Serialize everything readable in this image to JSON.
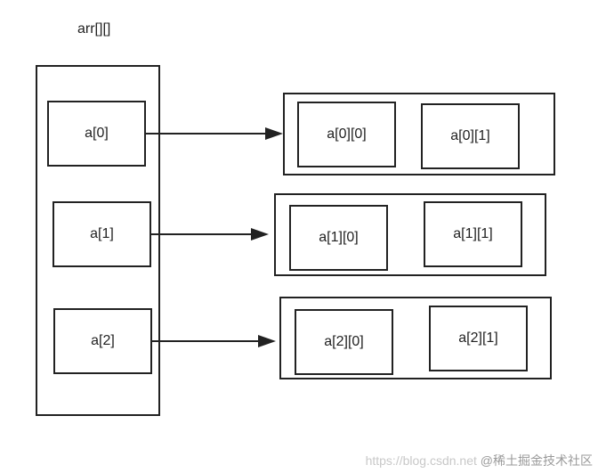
{
  "title": "arr[][]",
  "rows": [
    {
      "outer": "a[0]",
      "cells": [
        "a[0][0]",
        "a[0][1]"
      ]
    },
    {
      "outer": "a[1]",
      "cells": [
        "a[1][0]",
        "a[1][1]"
      ]
    },
    {
      "outer": "a[2]",
      "cells": [
        "a[2][0]",
        "a[2][1]"
      ]
    }
  ],
  "watermark": {
    "url": "https://blog.csdn.net",
    "brand": "@稀土掘金技术社区"
  },
  "colors": {
    "stroke": "#222222",
    "background": "#ffffff"
  }
}
